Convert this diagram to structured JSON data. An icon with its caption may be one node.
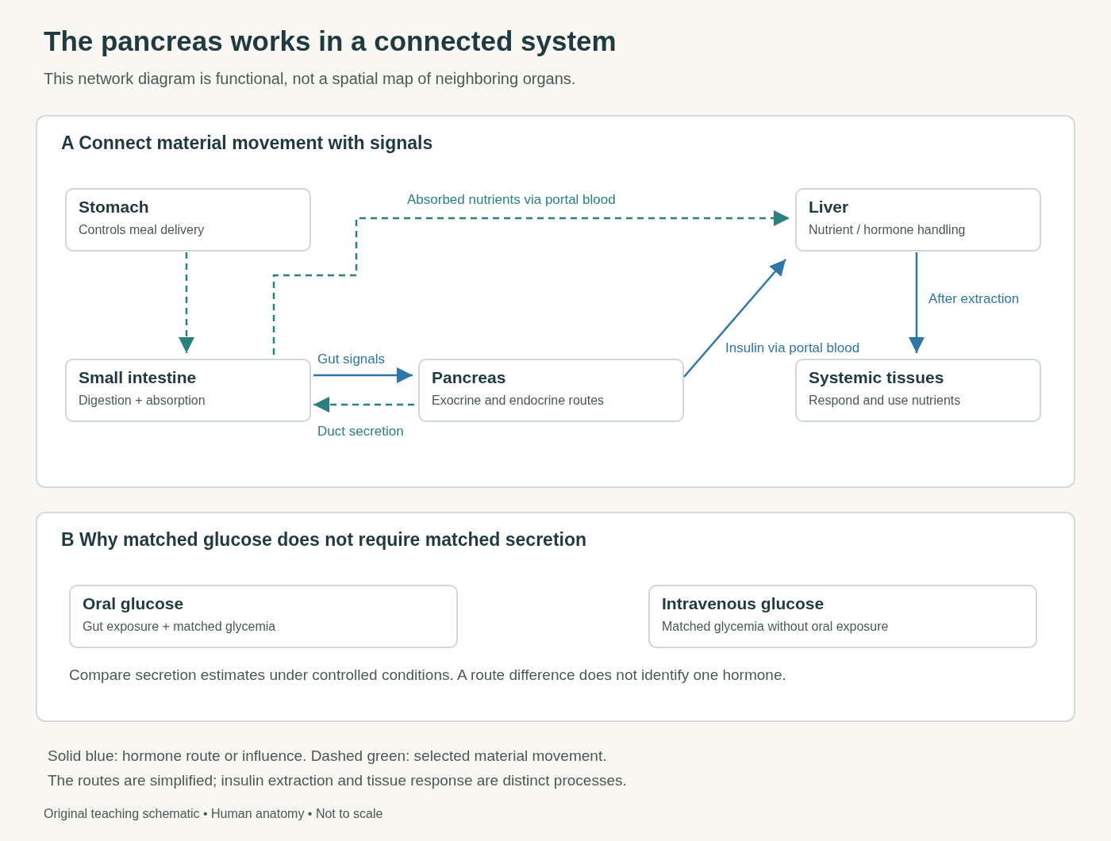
{
  "diagram": {
    "title": "The pancreas works in a connected system",
    "caption": "This network diagram is functional, not a spatial map of neighboring organs.",
    "nodes": [
      {
        "text": [
          "A Connect material movement with signals"
        ]
      },
      {
        "text": [
          "Stomach",
          "Controls meal delivery"
        ],
        "in": 0
      },
      {
        "text": [
          "Liver",
          "Nutrient / hormone handling"
        ],
        "in": 0
      },
      {
        "text": [
          "Small intestine",
          "Digestion + absorption"
        ],
        "in": 0
      },
      {
        "text": [
          "Pancreas",
          "Exocrine and endocrine routes"
        ],
        "in": 0
      },
      {
        "text": [
          "Systemic tissues",
          "Respond and use nutrients"
        ],
        "in": 0
      },
      {
        "text": [
          "B Why matched glucose does not require matched secretion",
          "Compare secretion estimates under controlled conditions. A route difference does not identify one hormone."
        ]
      },
      {
        "text": [
          "Oral glucose",
          "Gut exposure + matched glycemia"
        ],
        "in": 6
      },
      {
        "text": [
          "Intravenous glucose",
          "Matched glycemia without oral exposure"
        ],
        "in": 6
      }
    ],
    "edges": [
      {
        "from": 1,
        "to": 3,
        "arrow": "to",
        "style": "dashed",
        "color": "#2a8080"
      },
      {
        "from": 3,
        "to": 2,
        "arrow": "to",
        "label": "Absorbed nutrients via portal blood",
        "style": "dashed",
        "color": "#2a8080"
      },
      {
        "from": 3,
        "to": 4,
        "arrow": "to",
        "label": "Gut signals"
      },
      {
        "from": 4,
        "to": 3,
        "arrow": "to",
        "label": "Duct secretion",
        "style": "dashed",
        "color": "#2a8080"
      },
      {
        "from": 4,
        "to": 2,
        "arrow": "to",
        "label": "Insulin via portal blood"
      },
      {
        "from": 2,
        "to": 5,
        "arrow": "to",
        "label": "After extraction"
      }
    ],
    "labels": [
      "Solid blue: hormone route or influence. Dashed green: selected material movement.",
      "The routes are simplified; insulin extraction and tissue response are distinct processes.",
      "Original teaching schematic • Human anatomy • Not to scale"
    ]
  }
}
